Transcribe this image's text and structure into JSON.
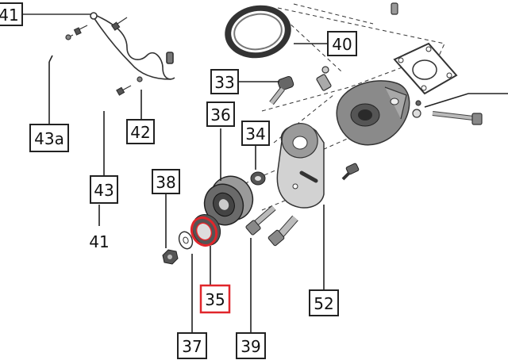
{
  "diagram": {
    "callouts": {
      "c41top": "41",
      "c40": "40",
      "c33": "33",
      "c36": "36",
      "c34": "34",
      "c43a": "43a",
      "c42": "42",
      "c43": "43",
      "c38": "38",
      "c35": "35",
      "c52": "52",
      "c37": "37",
      "c39": "39"
    },
    "labels": {
      "l41bottom": "41"
    },
    "highlight_color": "#e0262b",
    "line_color": "#222222"
  }
}
